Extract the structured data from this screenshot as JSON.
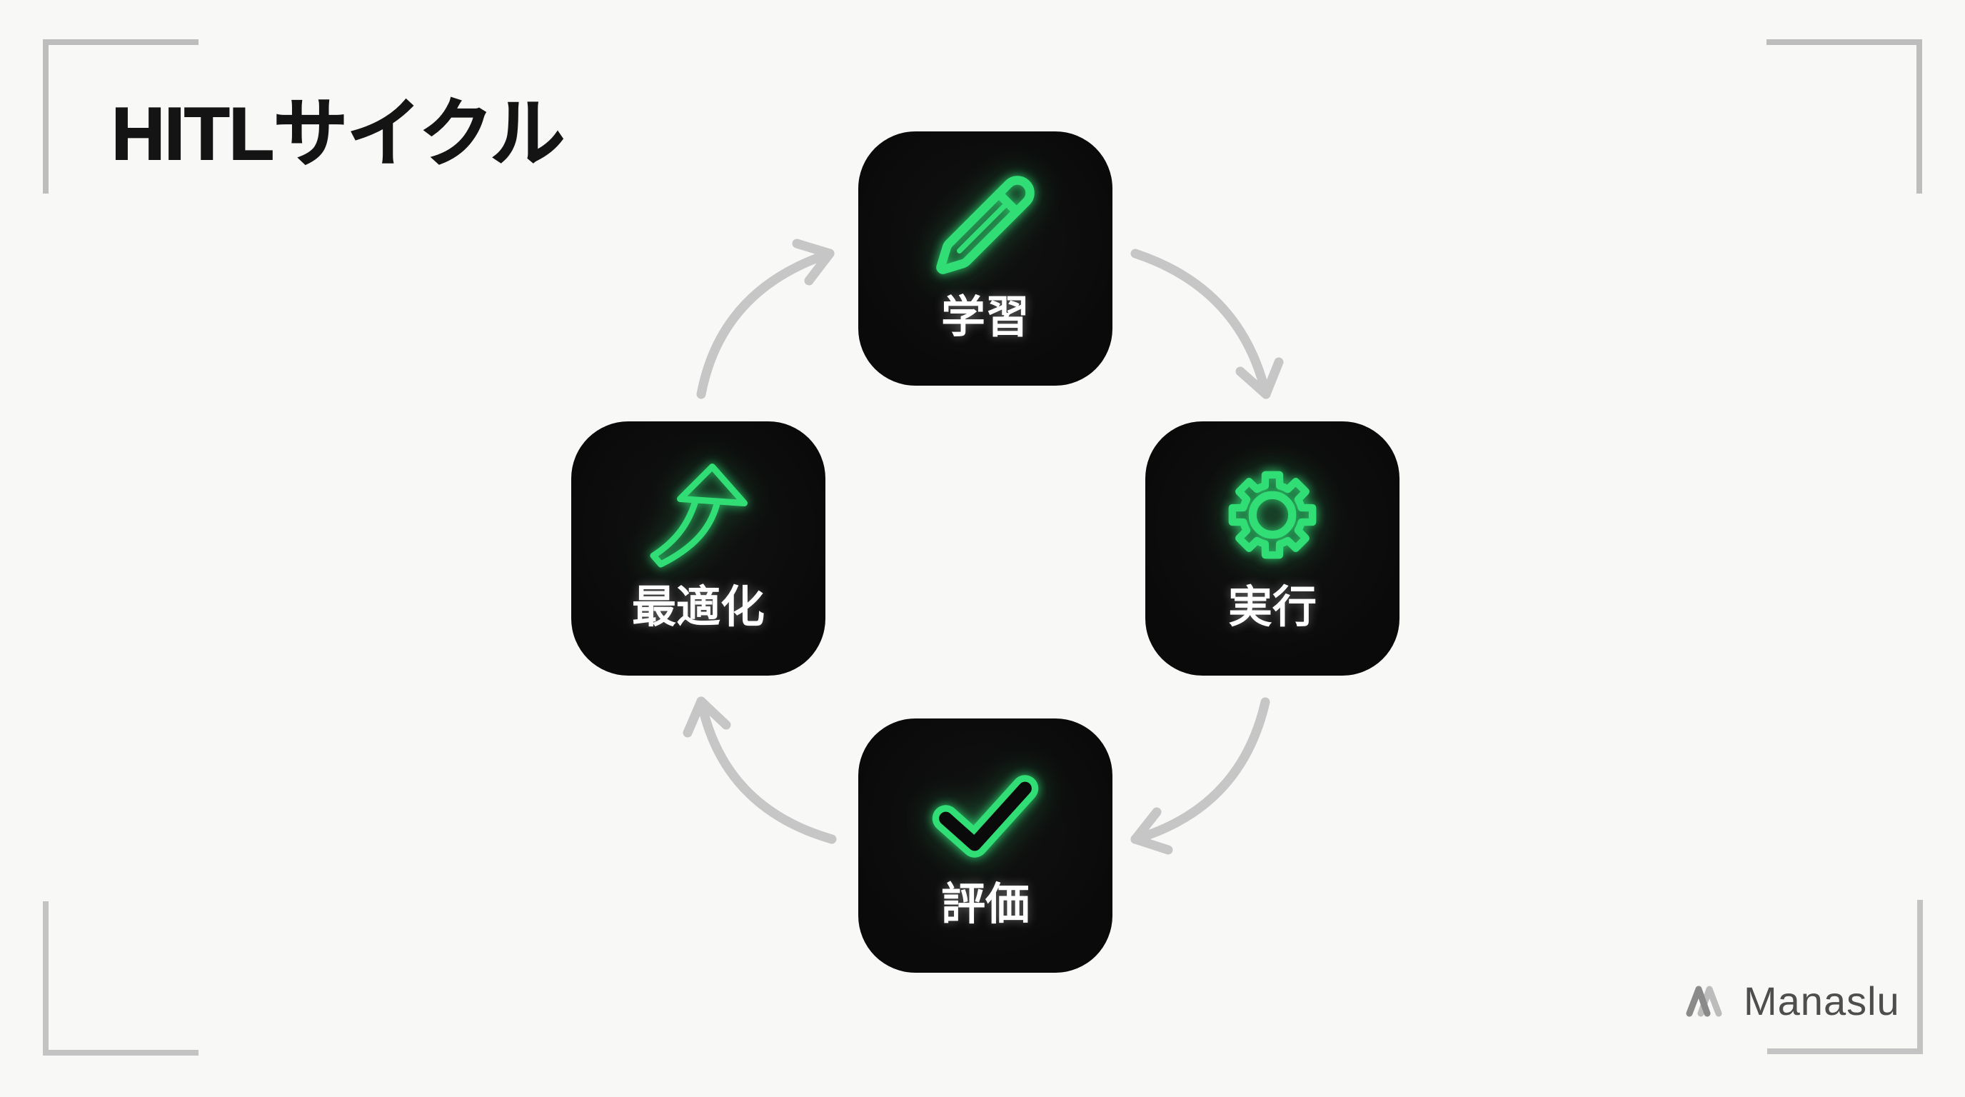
{
  "slide": {
    "title": "HITLサイクル"
  },
  "cycle": {
    "direction": "clockwise",
    "nodes": [
      {
        "id": "learning",
        "label": "学習",
        "icon": "pencil-icon"
      },
      {
        "id": "execution",
        "label": "実行",
        "icon": "gear-icon"
      },
      {
        "id": "evaluation",
        "label": "評価",
        "icon": "check-icon"
      },
      {
        "id": "optimization",
        "label": "最適化",
        "icon": "trend-up-arrow-icon"
      }
    ],
    "arrows": [
      {
        "from": "学習",
        "to": "実行"
      },
      {
        "from": "実行",
        "to": "評価"
      },
      {
        "from": "評価",
        "to": "最適化"
      },
      {
        "from": "最適化",
        "to": "学習"
      }
    ]
  },
  "brand": {
    "name": "Manaslu"
  },
  "colors": {
    "background": "#f8f8f6",
    "node_background": "#0a0a0a",
    "accent_green": "#31dd75",
    "node_label": "#ffffff",
    "title": "#141414",
    "arrow_gray": "#c6c6c6",
    "bracket_gray": "#bdbdbd",
    "brand_text": "#4e4e4e",
    "brand_mark_dark": "#8a8a8a",
    "brand_mark_light": "#bcbcbc"
  }
}
